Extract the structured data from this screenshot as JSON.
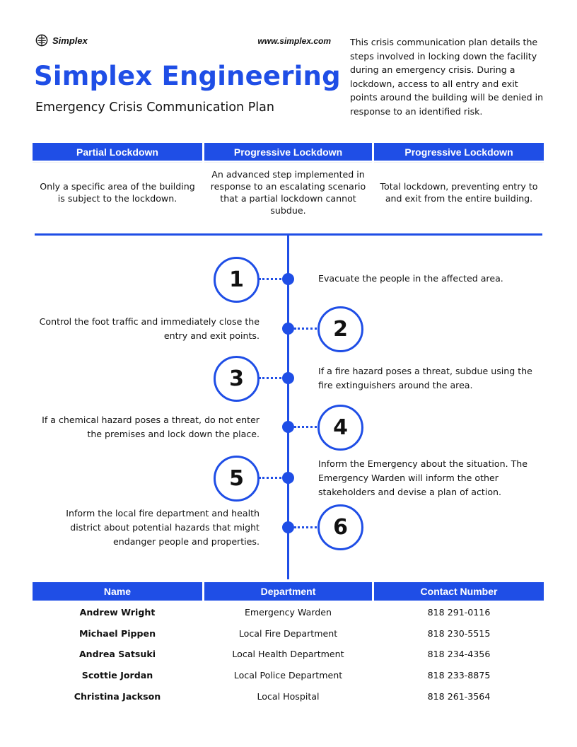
{
  "header": {
    "brand": "Simplex",
    "brand_icon": "brain-icon",
    "website": "www.simplex.com",
    "title": "Simplex Engineering",
    "subtitle": "Emergency Crisis Communication Plan",
    "intro": "This crisis communication plan details the steps involved in locking down the facility during an emergency crisis. During a lockdown, access to all entry and exit points around the building will be denied in response to an identified risk."
  },
  "lockdown_types": [
    {
      "title": "Partial Lockdown",
      "description": "Only a specific area of the building is subject to the lockdown."
    },
    {
      "title": "Progressive Lockdown",
      "description": "An advanced step implemented in response to an escalating scenario that a partial lockdown cannot subdue."
    },
    {
      "title": "Progressive Lockdown",
      "description": "Total lockdown, preventing entry to and exit from the entire building."
    }
  ],
  "steps": [
    {
      "number": "1",
      "text": "Evacuate the people in the affected area."
    },
    {
      "number": "2",
      "text": "Control the foot traffic and immediately close the entry and exit points."
    },
    {
      "number": "3",
      "text": "If a fire hazard poses a threat, subdue using the fire extinguishers around the area."
    },
    {
      "number": "4",
      "text": "If a chemical hazard poses a threat, do not enter the premises and lock down the place."
    },
    {
      "number": "5",
      "text": "Inform the Emergency about the situation. The Emergency Warden will inform the other stakeholders and devise a plan of action."
    },
    {
      "number": "6",
      "text": "Inform the local fire department and health district about potential hazards that might endanger people and properties."
    }
  ],
  "contacts": {
    "headers": [
      "Name",
      "Department",
      "Contact Number"
    ],
    "rows": [
      {
        "name": "Andrew Wright",
        "department": "Emergency Warden",
        "phone": "818 291-0116"
      },
      {
        "name": "Michael Pippen",
        "department": "Local Fire Department",
        "phone": "818 230-5515"
      },
      {
        "name": "Andrea Satsuki",
        "department": "Local Health Department",
        "phone": "818 234-4356"
      },
      {
        "name": "Scottie Jordan",
        "department": "Local Police Department",
        "phone": "818 233-8875"
      },
      {
        "name": "Christina Jackson",
        "department": "Local Hospital",
        "phone": "818 261-3564"
      }
    ]
  },
  "colors": {
    "accent": "#1f4ee6",
    "text": "#111111",
    "background": "#ffffff"
  }
}
